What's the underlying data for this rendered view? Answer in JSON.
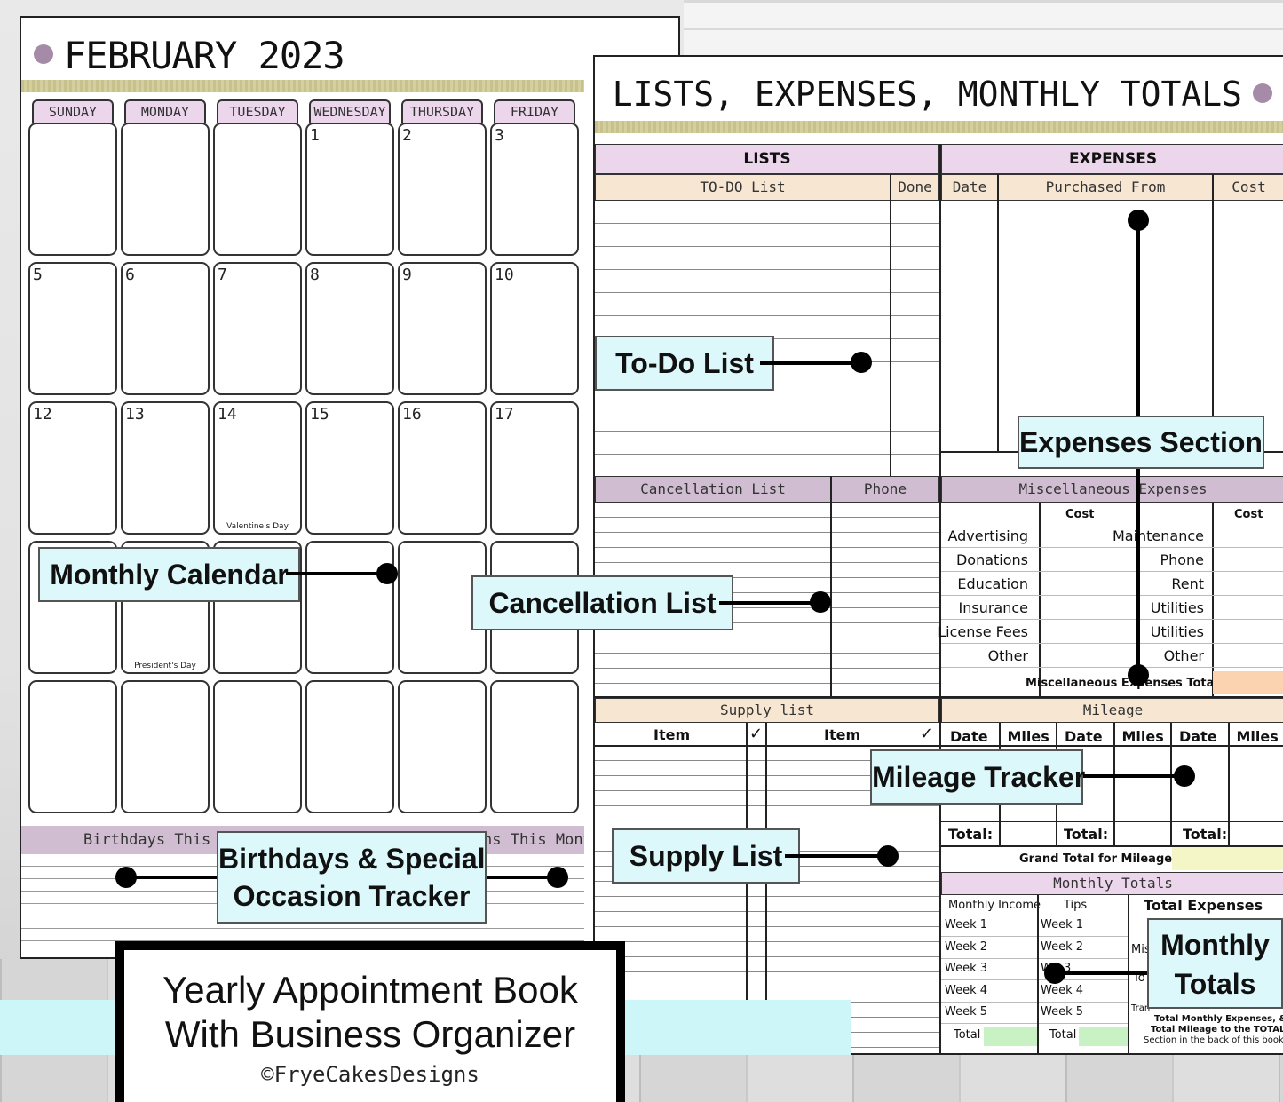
{
  "calendar": {
    "title": "FEBRUARY 2023",
    "days": [
      "SUNDAY",
      "MONDAY",
      "TUESDAY",
      "WEDNESDAY",
      "THURSDAY",
      "FRIDAY"
    ],
    "weeks": [
      [
        "",
        "",
        "",
        "1",
        "2",
        "3"
      ],
      [
        "5",
        "6",
        "7",
        "8",
        "9",
        "10"
      ],
      [
        "12",
        "13",
        "14",
        "15",
        "16",
        "17"
      ],
      [
        "",
        "",
        "",
        "",
        "",
        ""
      ],
      [
        "",
        "",
        "",
        "",
        "",
        ""
      ]
    ],
    "notes": {
      "valentines": "Valentine's Day",
      "presidents": "President's Day"
    },
    "birthdays_label": "Birthdays This Mon",
    "occasions_label": "ns This Month"
  },
  "planner": {
    "title": "LISTS, EXPENSES, MONTHLY TOTALS",
    "lists_header": "LISTS",
    "expenses_header": "EXPENSES",
    "todo_label": "TO-DO List",
    "done_label": "Done",
    "date_label": "Date",
    "purchased_label": "Purchased From",
    "cost_label": "Cost",
    "cancellation_label": "Cancellation List",
    "phone_label": "Phone",
    "misc_label": "Miscellaneous Expenses",
    "misc_cost1": "Cost",
    "misc_cost2": "Cost",
    "misc_left": [
      "Advertising",
      "Donations",
      "Education",
      "Insurance",
      "License Fees",
      "Other"
    ],
    "misc_right": [
      "Maintenance",
      "Phone",
      "Rent",
      "Utilities",
      "Utilities",
      "Other"
    ],
    "misc_total_label": "Miscellaneous Expenses Total:",
    "supply_label": "Supply list",
    "item1": "Item",
    "item2": "Item",
    "check1": "✓",
    "check2": "✓",
    "mileage_label": "Mileage",
    "mileage_cols": [
      "Date",
      "Miles",
      "Date",
      "Miles",
      "Date",
      "Miles"
    ],
    "total_labels": [
      "Total:",
      "Total:",
      "Total:"
    ],
    "grand_total_label": "Grand Total for Mileage:",
    "monthly_totals_label": "Monthly Totals",
    "monthly_income_label": "Monthly Income",
    "tips_label": "Tips",
    "total_expenses_label": "Total Expenses",
    "weeks_income": [
      "Week 1",
      "Week 2",
      "Week 3",
      "Week 4",
      "Week 5"
    ],
    "weeks_tips": [
      "Week 1",
      "Week 2",
      "W",
      "Week 4",
      "Week 5"
    ],
    "week3_tips_tail": "3",
    "total_income": "Total",
    "total_tips": "Total",
    "frag_mis": "Mis",
    "frag_to": "To",
    "frag_tran": "Tran",
    "footnote": [
      "Total Monthly Expenses, &",
      "Total Mileage to the TOTALS",
      "Section in the back of this book."
    ]
  },
  "callouts": {
    "todo": "To-Do List",
    "expenses": "Expenses Section",
    "monthly_calendar": "Monthly Calendar",
    "cancellation": "Cancellation List",
    "mileage": "Mileage Tracker",
    "supply": "Supply List",
    "birthdays_l1": "Birthdays & Special",
    "birthdays_l2": "Occasion Tracker",
    "monthly_totals_l1": "Monthly",
    "monthly_totals_l2": "Totals"
  },
  "banner": {
    "line1": "Yearly Appointment Book",
    "line2": "With Business Organizer",
    "copyright": "©FryeCakesDesigns"
  }
}
